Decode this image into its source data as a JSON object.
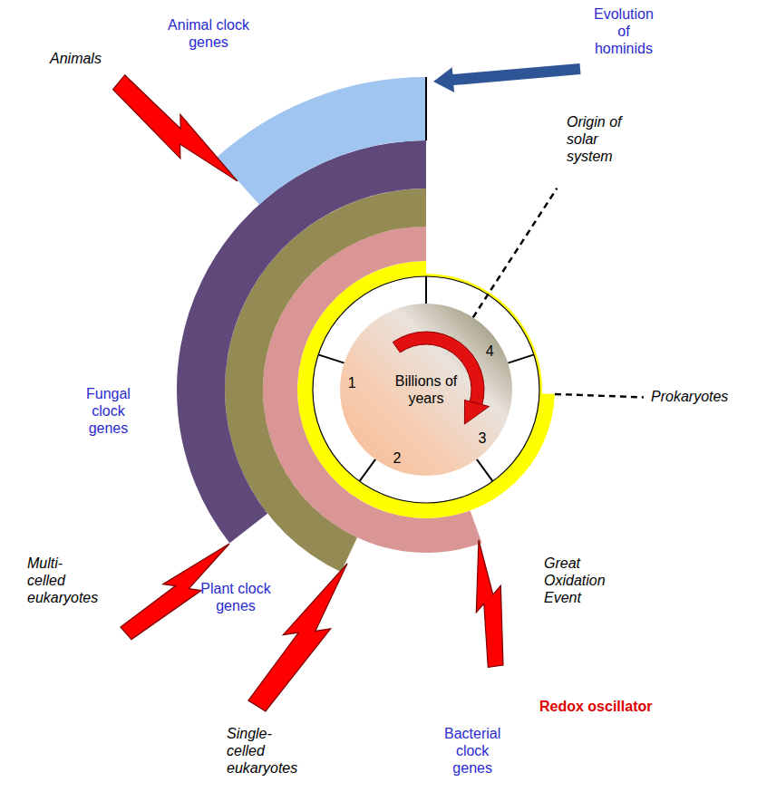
{
  "diagram": {
    "nodes": [
      {
        "text": [
          "Billions of years"
        ]
      }
    ],
    "labels": [
      "Animal clock genes",
      "Animals",
      "Evolution of hominids",
      "Origin of solar system",
      "4",
      "1",
      "Prokaryotes",
      "Fungal clock genes",
      "2",
      "3",
      "Multi-celled eukaryotes",
      "Plant clock genes",
      "Great Oxidation Event",
      "Single-celled eukaryotes",
      "Bacterial clock genes",
      "Redox oscillator"
    ]
  }
}
